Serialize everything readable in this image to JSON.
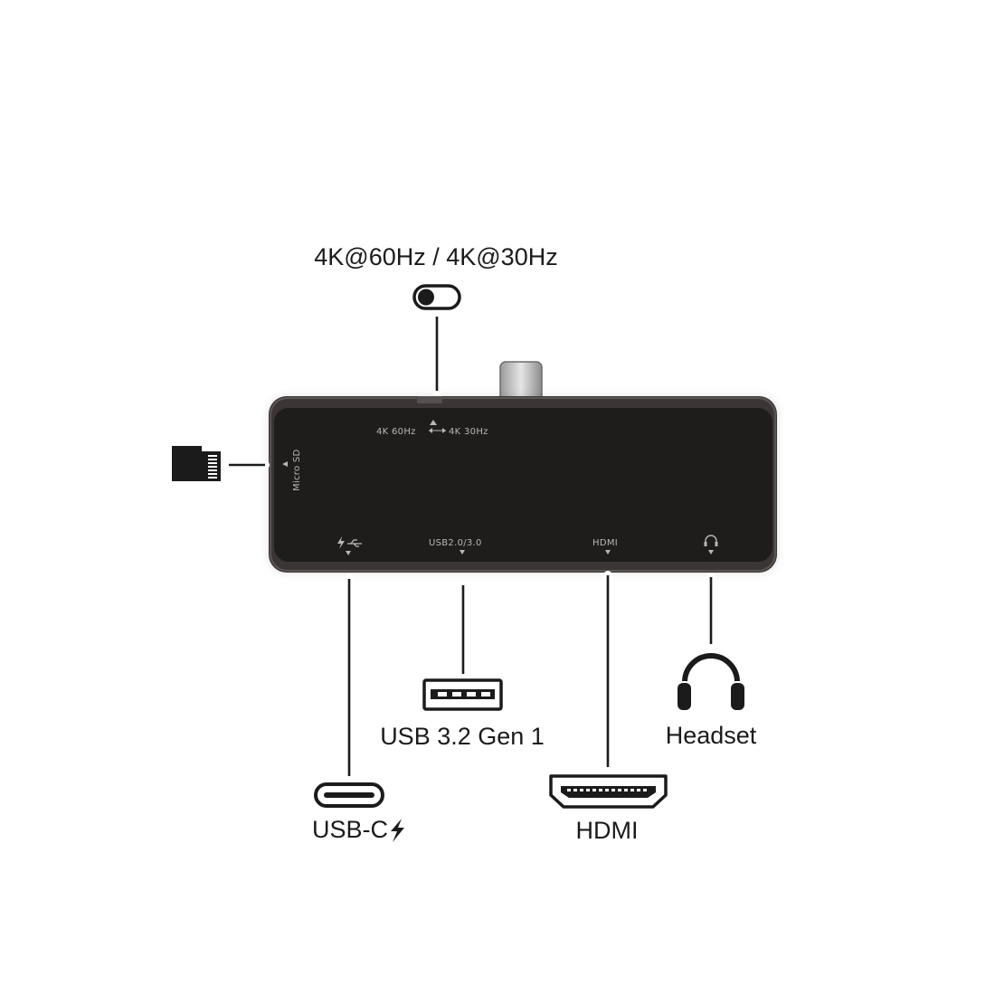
{
  "labels": {
    "resolution_switch": "4K@60Hz / 4K@30Hz",
    "usb_a": "USB 3.2 Gen 1",
    "headset": "Headset",
    "usb_c": "USB-C",
    "hdmi": "HDMI"
  },
  "device_print": {
    "switch_left": "4K 60Hz",
    "switch_right": "4K 30Hz",
    "microsd": "Micro SD",
    "usb_port": "USB2.0/3.0",
    "hdmi_port": "HDMI"
  },
  "icons": [
    "toggle-switch-icon",
    "microsd-card-icon",
    "usb-a-port-icon",
    "headphones-icon",
    "usb-c-port-icon",
    "lightning-bolt-icon",
    "hdmi-port-icon",
    "usb-trident-icon"
  ],
  "colors": {
    "device_body": "#3a3634",
    "device_panel": "#1e1d1c",
    "icon": "#1b1b1b"
  }
}
